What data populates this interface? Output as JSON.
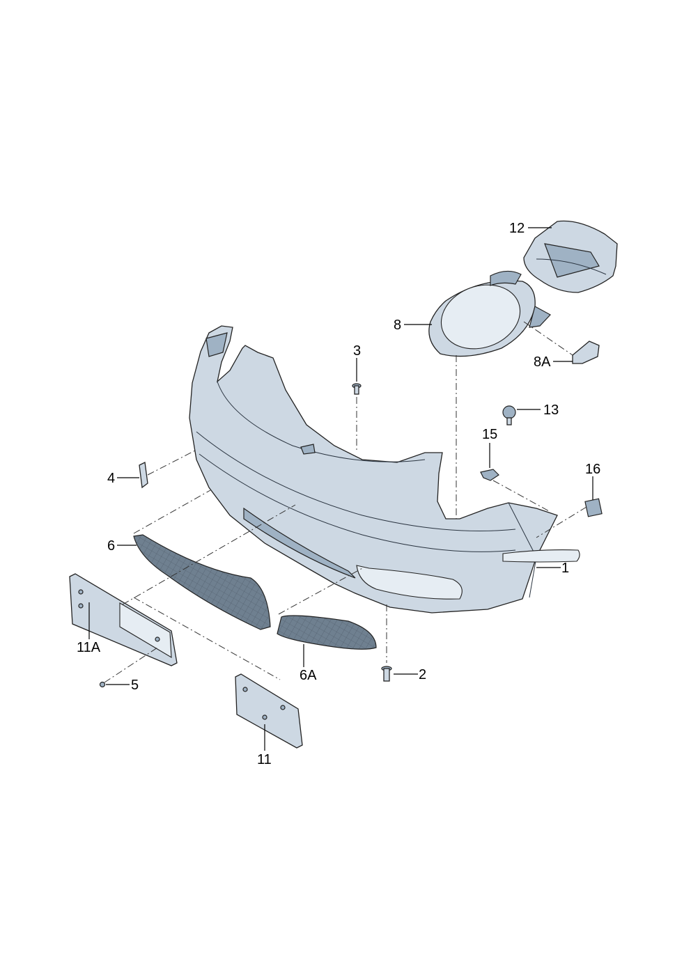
{
  "callouts": {
    "c1": "1",
    "c2": "2",
    "c3": "3",
    "c4": "4",
    "c5": "5",
    "c6": "6",
    "c6a": "6A",
    "c8": "8",
    "c8a": "8A",
    "c11": "11",
    "c11a": "11A",
    "c12": "12",
    "c13": "13",
    "c15": "15",
    "c16": "16"
  },
  "colors": {
    "part_fill": "#cdd8e3",
    "part_shadow": "#9fb2c4",
    "grille_fill": "#6f8090",
    "line": "#000000"
  }
}
